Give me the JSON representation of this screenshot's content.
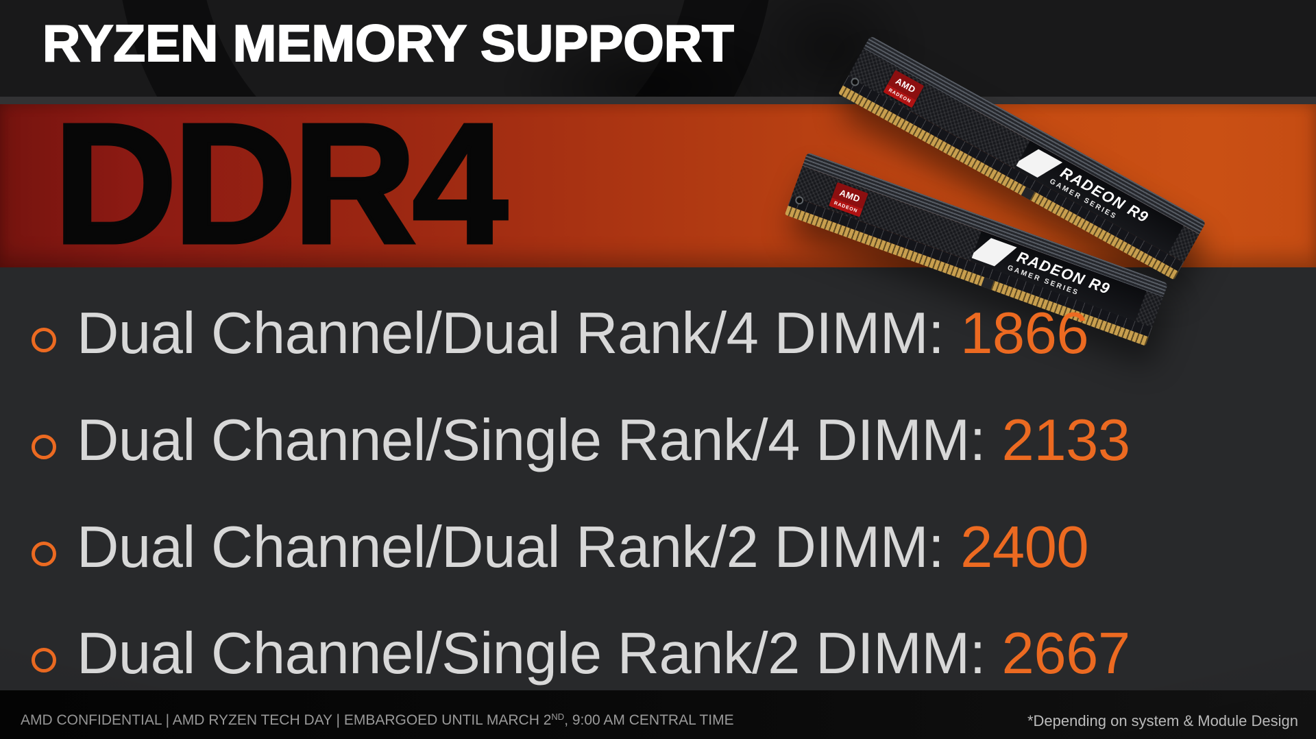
{
  "header": {
    "title": "RYZEN MEMORY SUPPORT"
  },
  "banner": {
    "heading": "DDR4"
  },
  "bullets": [
    {
      "label": "Dual Channel/Dual Rank/4 DIMM:",
      "value": "1866"
    },
    {
      "label": "Dual Channel/Single Rank/4 DIMM:",
      "value": "2133"
    },
    {
      "label": "Dual Channel/Dual Rank/2 DIMM:",
      "value": "2400"
    },
    {
      "label": "Dual Channel/Single Rank/2 DIMM:",
      "value": "2667"
    }
  ],
  "modules": {
    "badge_brand": "AMD",
    "badge_sub": "RADEON",
    "series_line1": "RADEON R9",
    "series_line2": "GAMER SERIES"
  },
  "footer": {
    "left_pre": "AMD CONFIDENTIAL | AMD RYZEN TECH DAY | EMBARGOED UNTIL MARCH 2",
    "left_sup": "ND",
    "left_post": ", 9:00 AM CENTRAL TIME",
    "right_note": "*Depending on system & Module Design"
  },
  "colors": {
    "accent_orange": "#EC6A21",
    "band_gradient_left": "#76140F",
    "band_gradient_right": "#C54C13",
    "header_bg": "#19191A",
    "body_bg": "#28292B",
    "footer_bg": "#0A0A0A",
    "bullet_text": "#D8D8D8",
    "title_text": "#FFFFFF",
    "badge_red": "#8C0F10"
  }
}
